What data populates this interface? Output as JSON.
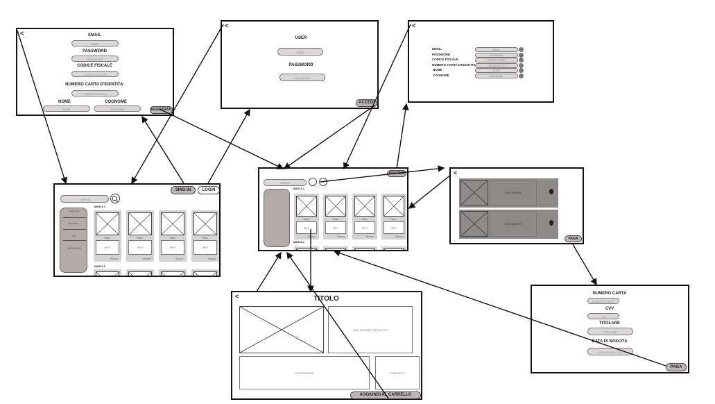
{
  "back": "<",
  "register": {
    "email_label": "EMAIL",
    "email_ph": "EMAIL",
    "password_label": "PASSWORD",
    "password_ph": "PASSWORD",
    "cf_label": "CODICE FISCALE",
    "cf_ph": "CODICE FISCALE",
    "id_label": "NUMERO CARTA D'IDENTITA'",
    "id_ph": "CARTA IDENTITA",
    "nome_label": "NOME",
    "nome_ph": "NOME",
    "cognome_label": "COGNOME",
    "cognome_ph": "COGNOME",
    "submit": "REGISTRATI"
  },
  "login": {
    "user_label": "USER",
    "user_ph": "USER",
    "password_label": "PASSWORD",
    "password_ph": "PASSWORD",
    "submit": "ACCEDI"
  },
  "profile": {
    "labels": [
      "EMAIL",
      "PASSWORD",
      "CODICE FISCALE",
      "NUMERO CARTA D'IDENTITA'",
      "NOME",
      "COGNOME"
    ],
    "values": [
      "EMAIL",
      "PASSWORD",
      "CODICE FISCALE",
      "CARTA IDENTITA",
      "NOME",
      "COGNOME"
    ]
  },
  "home": {
    "signin": "SING IN",
    "login": "LOGIN",
    "search_ph": "CERCA",
    "sidebar": {
      "prezzo": "PREZZO",
      "percorso": "Percorso",
      "km": "KM",
      "categoria": "CATEGORIA"
    },
    "section1": "MARCA 1",
    "section2": "MARCA 2",
    "product": {
      "title": "Titolo",
      "info": "INFO",
      "price": "Prezzo"
    }
  },
  "home_logged": {
    "profile_btn": "PROFILO",
    "search_ph": "CERCA",
    "section1": "MARCA 1",
    "section2": "MARCA 2",
    "product": {
      "title": "Titolo",
      "info": "INFO",
      "price": "Prezzo"
    }
  },
  "cart": {
    "desc": "DESCRIZIONE",
    "pay": "PAGA"
  },
  "detail": {
    "title": "TITOLO",
    "info": "INFO INIZIALE PRODOTTO",
    "desc": "DESCRIZIONE",
    "contact": "CONTATTO",
    "add_cart": "AGGIUNGI AL CARRELLO"
  },
  "payment": {
    "card_label": "NUMERO CARTA",
    "card_ph": "NUMERO CARTA",
    "cvv_label": "CVV",
    "cvv_ph": "CVV",
    "holder_label": "TITOLARE",
    "holder_ph": "TITOLARE",
    "birth_label": "DATA DI NASCITA",
    "birth_ph": "DATA DI NASCITA",
    "pay": "PAGA"
  }
}
